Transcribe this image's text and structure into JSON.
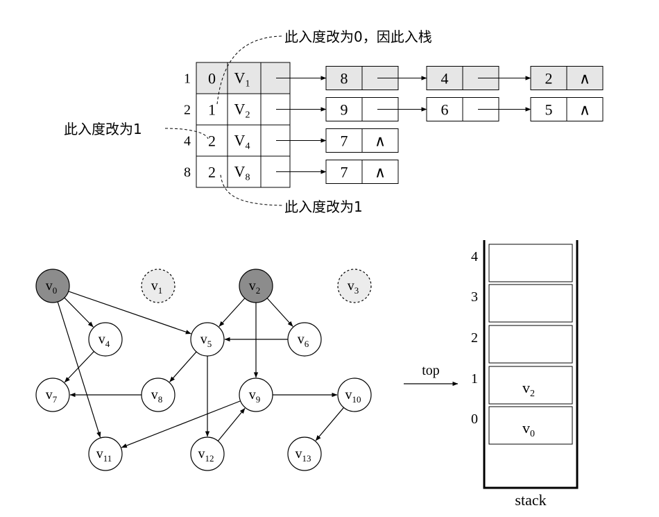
{
  "colors": {
    "highlight": "#e6e6e6",
    "node_dark": "#8c8c8c",
    "node_light": "#ececec",
    "line": "#000000"
  },
  "annotations": {
    "top": "此入度改为0，因此入栈",
    "left": "此入度改为1",
    "bottom": "此入度改为1"
  },
  "adj_table": {
    "rows": [
      {
        "index": "1",
        "indegree": "0",
        "vertex": "V",
        "sub": "1",
        "highlight": true,
        "chain": [
          {
            "v": "8",
            "last": false
          },
          {
            "v": "4",
            "last": false
          },
          {
            "v": "2",
            "last": true
          }
        ]
      },
      {
        "index": "2",
        "indegree": "1",
        "vertex": "V",
        "sub": "2",
        "highlight": false,
        "chain": [
          {
            "v": "9",
            "last": false
          },
          {
            "v": "6",
            "last": false
          },
          {
            "v": "5",
            "last": true
          }
        ]
      },
      {
        "index": "4",
        "indegree": "2",
        "vertex": "V",
        "sub": "4",
        "highlight": false,
        "chain": [
          {
            "v": "7",
            "last": true
          }
        ]
      },
      {
        "index": "8",
        "indegree": "2",
        "vertex": "V",
        "sub": "8",
        "highlight": false,
        "chain": [
          {
            "v": "7",
            "last": true
          }
        ]
      }
    ],
    "null_symbol": "∧"
  },
  "graph": {
    "nodes": [
      {
        "id": "0",
        "label": "v",
        "sub": "0",
        "style": "dark"
      },
      {
        "id": "1",
        "label": "v",
        "sub": "1",
        "style": "dashed"
      },
      {
        "id": "2",
        "label": "v",
        "sub": "2",
        "style": "dark"
      },
      {
        "id": "3",
        "label": "v",
        "sub": "3",
        "style": "dashed"
      },
      {
        "id": "4",
        "label": "v",
        "sub": "4",
        "style": "normal"
      },
      {
        "id": "5",
        "label": "v",
        "sub": "5",
        "style": "normal"
      },
      {
        "id": "6",
        "label": "v",
        "sub": "6",
        "style": "normal"
      },
      {
        "id": "7",
        "label": "v",
        "sub": "7",
        "style": "normal"
      },
      {
        "id": "8",
        "label": "v",
        "sub": "8",
        "style": "normal"
      },
      {
        "id": "9",
        "label": "v",
        "sub": "9",
        "style": "normal"
      },
      {
        "id": "10",
        "label": "v",
        "sub": "10",
        "style": "normal"
      },
      {
        "id": "11",
        "label": "v",
        "sub": "11",
        "style": "normal"
      },
      {
        "id": "12",
        "label": "v",
        "sub": "12",
        "style": "normal"
      },
      {
        "id": "13",
        "label": "v",
        "sub": "13",
        "style": "normal"
      }
    ],
    "edges": [
      [
        "0",
        "4"
      ],
      [
        "0",
        "5"
      ],
      [
        "0",
        "11"
      ],
      [
        "2",
        "5"
      ],
      [
        "2",
        "6"
      ],
      [
        "2",
        "9"
      ],
      [
        "4",
        "7"
      ],
      [
        "5",
        "8"
      ],
      [
        "5",
        "12"
      ],
      [
        "6",
        "5"
      ],
      [
        "8",
        "7"
      ],
      [
        "9",
        "10"
      ],
      [
        "9",
        "11"
      ],
      [
        "10",
        "13"
      ],
      [
        "12",
        "9"
      ]
    ]
  },
  "stack": {
    "slots": [
      {
        "index": "4",
        "value": "",
        "sub": ""
      },
      {
        "index": "3",
        "value": "",
        "sub": ""
      },
      {
        "index": "2",
        "value": "",
        "sub": ""
      },
      {
        "index": "1",
        "value": "v",
        "sub": "2"
      },
      {
        "index": "0",
        "value": "v",
        "sub": "0"
      }
    ],
    "top_label": "top",
    "top_index": "1",
    "caption": "stack"
  }
}
